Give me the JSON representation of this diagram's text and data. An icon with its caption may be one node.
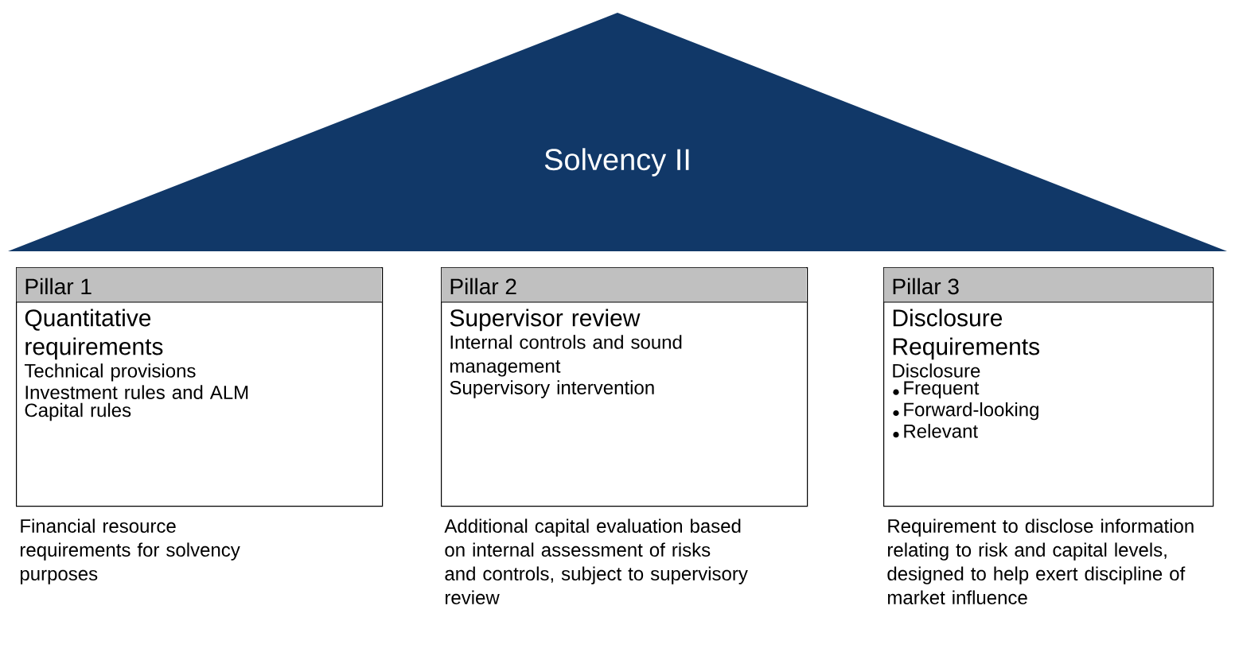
{
  "diagram": {
    "nodes": [
      {
        "text": [
          "Solvency II"
        ]
      },
      {
        "text": [
          "Pillar 1",
          "Quantitative requirements",
          "Technical provisions",
          "Investment rules and ALM",
          "Capital rules"
        ],
        "beside": [
          "Financial resource requirements for solvency purposes"
        ]
      },
      {
        "text": [
          "Pillar 2",
          "Supervisor review",
          "Internal controls and sound management",
          "Supervisory intervention"
        ],
        "beside": [
          "Additional capital evaluation based on internal assessment of risks and controls, subject to supervisory review"
        ]
      },
      {
        "text": [
          "Pillar 3",
          "Disclosure Requirements",
          "Disclosure",
          "Frequent",
          "Forward-looking",
          "Relevant"
        ],
        "beside": [
          "Requirement to disclose information relating to risk and capital levels, designed to help exert discipline of market influence"
        ]
      }
    ]
  }
}
